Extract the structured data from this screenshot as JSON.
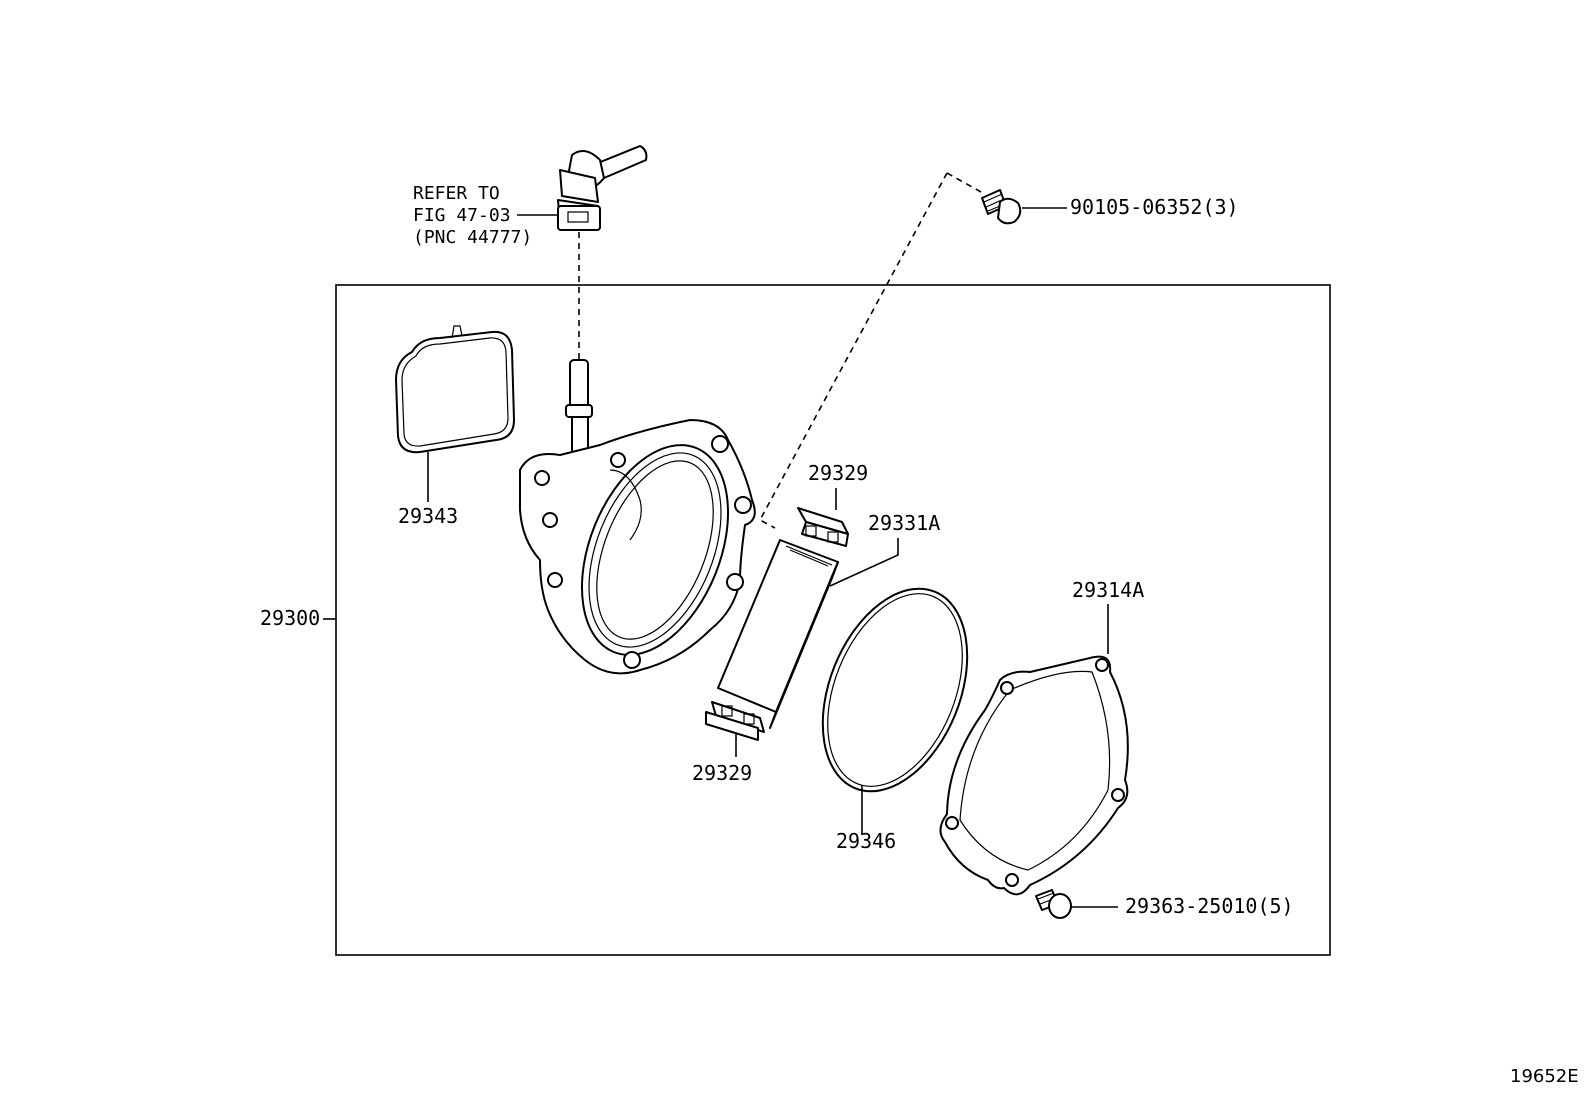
{
  "diagram": {
    "figure_id": "19652E",
    "reference": {
      "line1": "REFER TO",
      "line2": "FIG 47-03",
      "line3": "(PNC 44777)"
    },
    "labels": {
      "bolt_top": "90105-06352(3)",
      "assembly": "29300",
      "gasket_small": "29343",
      "vane_top": "29329",
      "rotor": "29331A",
      "cover": "29314A",
      "vane_bottom": "29329",
      "o_ring": "29346",
      "screw_bottom": "29363-25010(5)"
    }
  }
}
